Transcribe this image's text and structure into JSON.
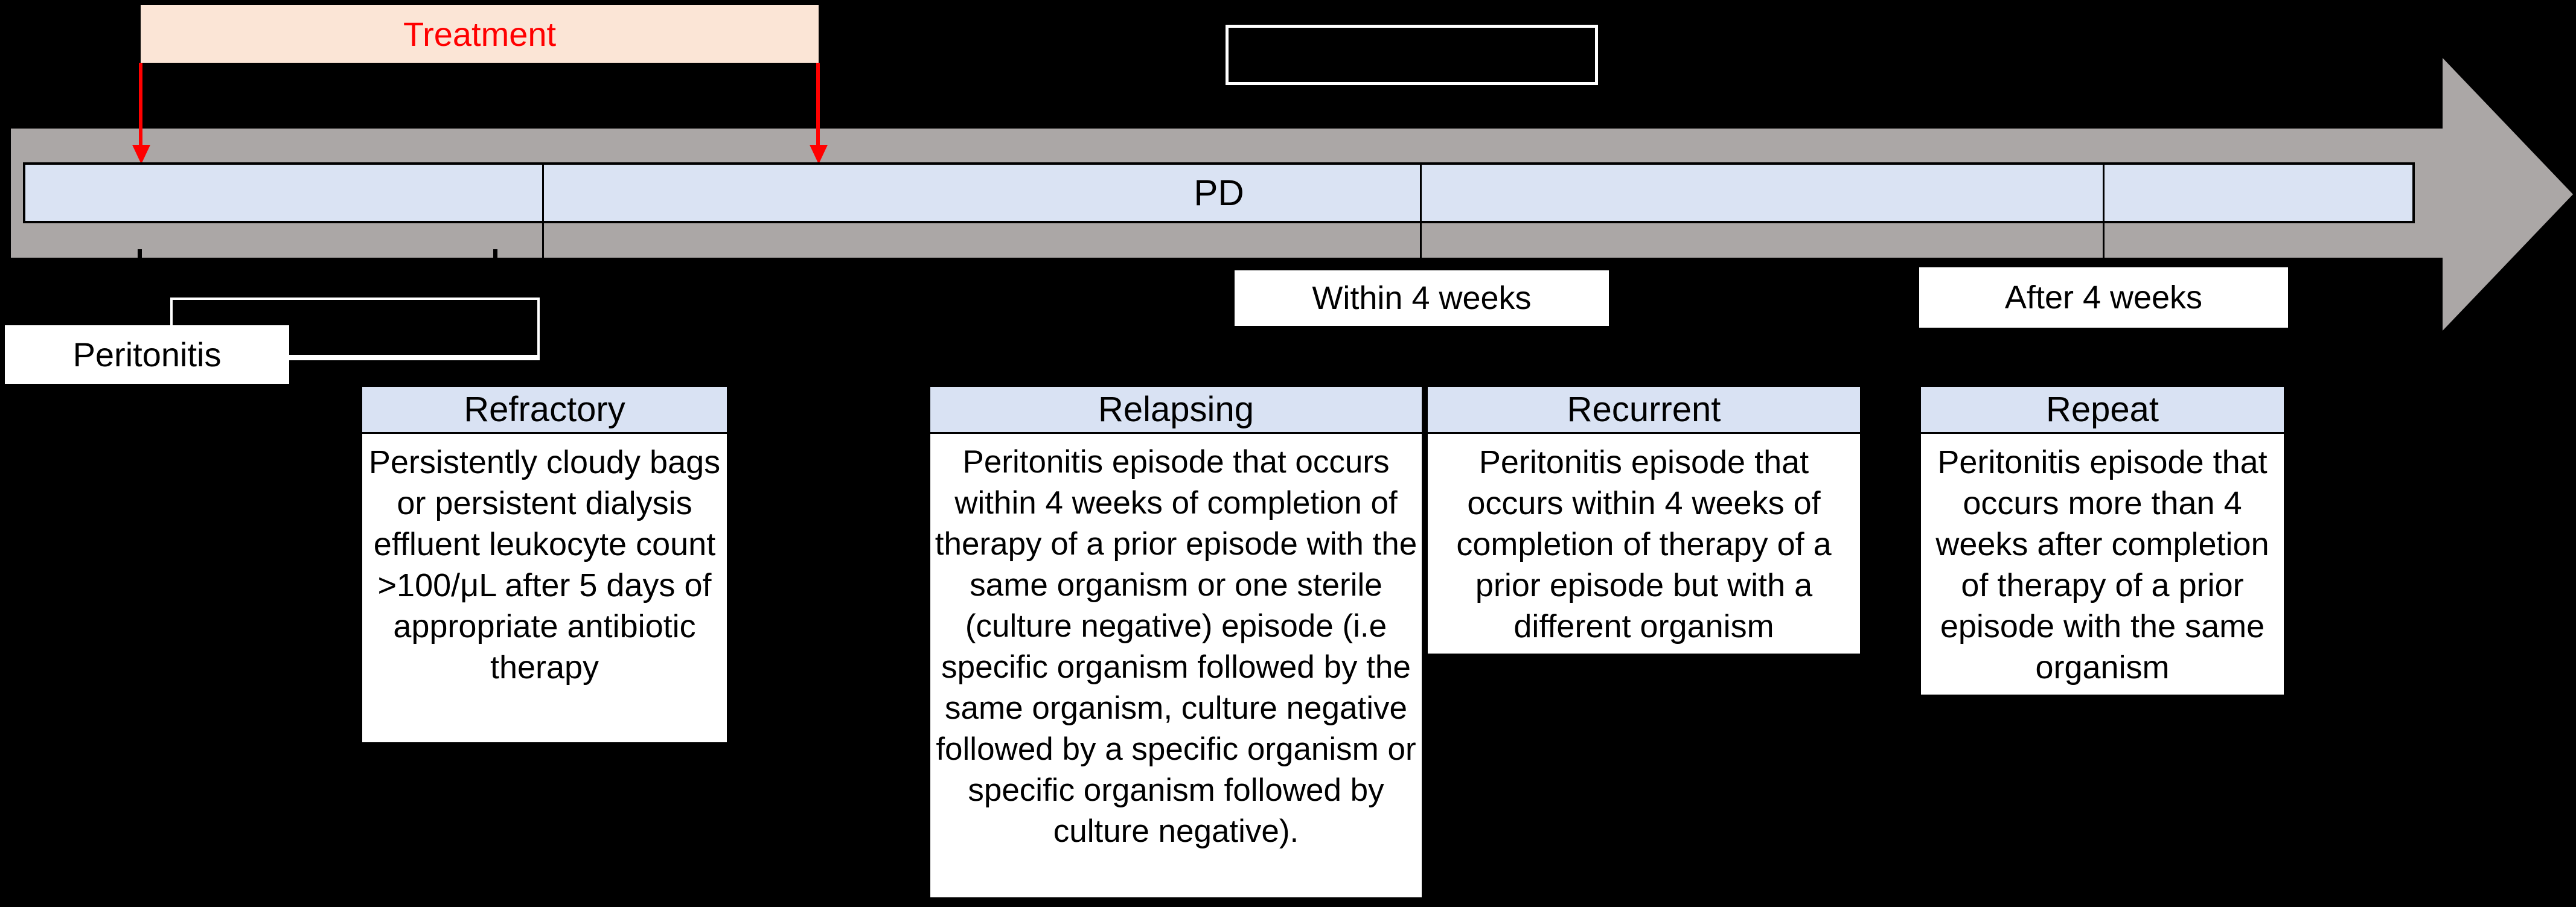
{
  "diagram": {
    "treatment_label": "Treatment",
    "bar_label": "PD",
    "peritonitis_label": "Peritonitis",
    "within_4_weeks_label": "Within 4 weeks",
    "after_4_weeks_label": "After 4 weeks"
  },
  "definitions": [
    {
      "title": "Refractory",
      "body": "Persistently cloudy bags or persistent dialysis effluent leukocyte count >100/μL after 5 days of appropriate antibiotic therapy"
    },
    {
      "title": "Relapsing",
      "body": "Peritonitis episode that occurs within 4 weeks of completion of therapy of a prior episode with the same organism or one sterile (culture negative) episode (i.e specific organism followed by the same organism, culture negative followed by a specific organism or specific organism followed by culture negative)."
    },
    {
      "title": "Recurrent",
      "body": "Peritonitis episode that occurs within 4 weeks of completion of therapy of a prior episode but with a different organism"
    },
    {
      "title": "Repeat",
      "body": "Peritonitis episode that occurs more than 4 weeks after completion of therapy of a prior episode with the same organism"
    }
  ],
  "colors": {
    "background": "#000000",
    "timeline_arrow": "#ABA7A6",
    "bar_fill": "#DAE3F3",
    "header_fill": "#D9E2F3",
    "treatment_fill": "#FBE5D6",
    "treatment_text": "#FF0000",
    "accent_red": "#FF0000"
  }
}
